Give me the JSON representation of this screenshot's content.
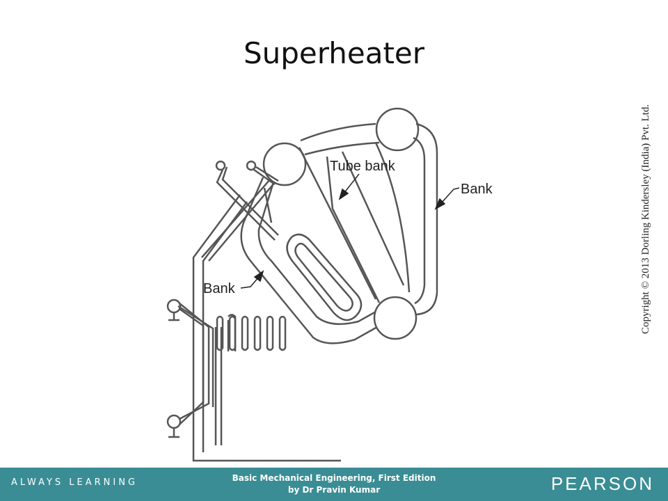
{
  "slide": {
    "title": "Superheater",
    "copyright": "Copyright © 2013 Dorling Kindersley (India) Pvt. Ltd."
  },
  "diagram": {
    "labels": {
      "tube_bank": "Tube bank",
      "bank_right": "Bank",
      "bank_left": "Bank"
    }
  },
  "footer": {
    "tagline": "ALWAYS LEARNING",
    "book_line1": "Basic Mechanical Engineering, First Edition",
    "book_line2": "by Dr Pravin Kumar",
    "brand": "PEARSON"
  },
  "colors": {
    "footer_bg": "#3a8d94",
    "line": "#555555"
  }
}
